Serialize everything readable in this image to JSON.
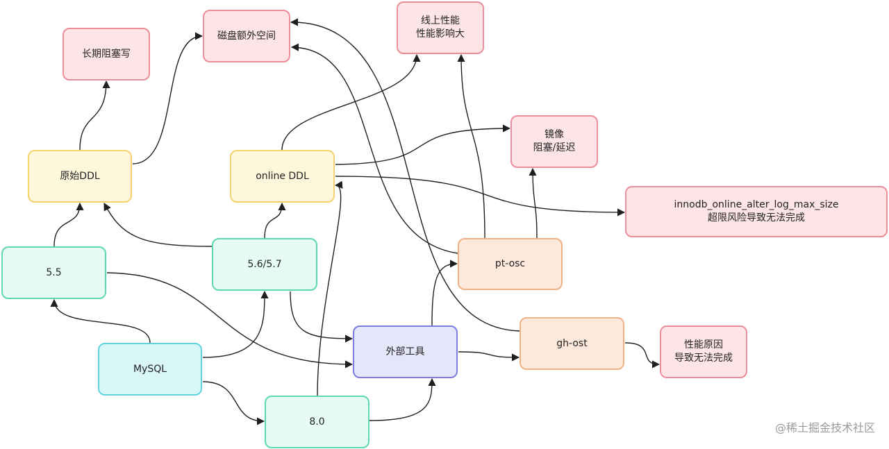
{
  "nodes": {
    "long_block_write": [
      "长期阻塞写"
    ],
    "extra_disk_space": [
      "磁盘额外空间"
    ],
    "online_perf_impact": [
      "线上性能",
      "性能影响大"
    ],
    "mirror_block": [
      "镜像",
      "阻塞/延迟"
    ],
    "innodb_log_limit": [
      "innodb_online_alter_log_max_size",
      "超限风险导致无法完成"
    ],
    "original_ddl": [
      "原始DDL"
    ],
    "online_ddl": [
      "online DDL"
    ],
    "v55": [
      "5.5"
    ],
    "v56_57": [
      "5.6/5.7"
    ],
    "pt_osc": [
      "pt-osc"
    ],
    "external_tools": [
      "外部工具"
    ],
    "gh_ost": [
      "gh-ost"
    ],
    "perf_cause": [
      "性能原因",
      "导致无法完成"
    ],
    "mysql": [
      "MySQL"
    ],
    "v80": [
      "8.0"
    ]
  },
  "watermark": "@稀土掘金技术社区",
  "colors": {
    "edge": "#1f1f1f",
    "red_fill": "#fde4e7",
    "red_border": "#ea8e99",
    "yellow_fill": "#fff7dc",
    "yellow_border": "#f4d36f",
    "green_fill": "#e6fbf1",
    "green_border": "#5ed9ae",
    "cyan_fill": "#d8f5f8",
    "cyan_border": "#5fd2dc",
    "purple_fill": "#e6e6fb",
    "purple_border": "#7b7be0",
    "orange_fill": "#fde9dc",
    "orange_border": "#f0b184"
  },
  "edges": [
    {
      "from": "mysql",
      "to": "v55"
    },
    {
      "from": "mysql",
      "to": "v56_57"
    },
    {
      "from": "mysql",
      "to": "v80"
    },
    {
      "from": "v55",
      "to": "original_ddl"
    },
    {
      "from": "v55",
      "to": "external_tools"
    },
    {
      "from": "v56_57",
      "to": "original_ddl"
    },
    {
      "from": "v56_57",
      "to": "online_ddl"
    },
    {
      "from": "v56_57",
      "to": "external_tools"
    },
    {
      "from": "v80",
      "to": "online_ddl"
    },
    {
      "from": "v80",
      "to": "external_tools"
    },
    {
      "from": "original_ddl",
      "to": "long_block_write"
    },
    {
      "from": "original_ddl",
      "to": "extra_disk_space"
    },
    {
      "from": "online_ddl",
      "to": "online_perf_impact"
    },
    {
      "from": "online_ddl",
      "to": "mirror_block"
    },
    {
      "from": "online_ddl",
      "to": "innodb_log_limit"
    },
    {
      "from": "external_tools",
      "to": "pt_osc"
    },
    {
      "from": "external_tools",
      "to": "gh_ost"
    },
    {
      "from": "pt_osc",
      "to": "extra_disk_space"
    },
    {
      "from": "pt_osc",
      "to": "online_perf_impact"
    },
    {
      "from": "pt_osc",
      "to": "mirror_block"
    },
    {
      "from": "gh_ost",
      "to": "extra_disk_space"
    },
    {
      "from": "gh_ost",
      "to": "perf_cause"
    }
  ]
}
